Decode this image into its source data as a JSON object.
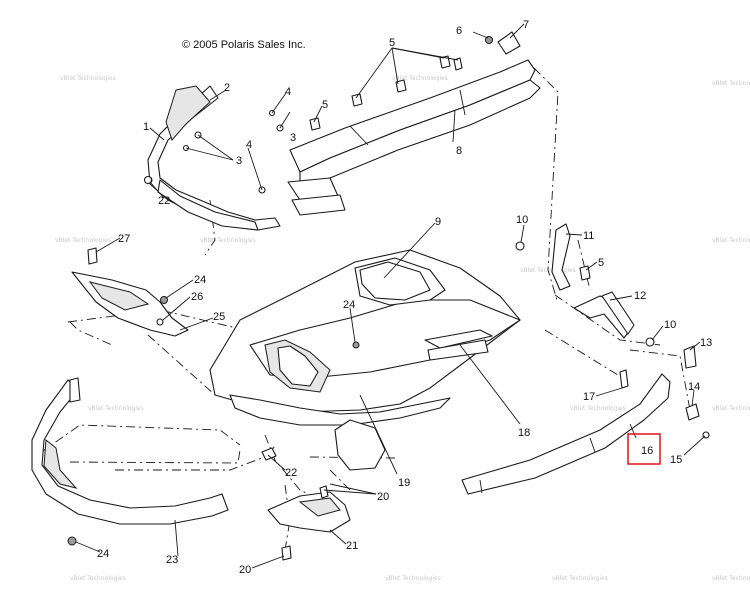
{
  "copyright": "© 2005 Polaris Sales Inc.",
  "watermark": "vBlet Technologies",
  "highlight_color": "#e0121a",
  "callouts": {
    "c1": "1",
    "c2": "2",
    "c3a": "3",
    "c3b": "3",
    "c4a": "4",
    "c4b": "4",
    "c5a": "5",
    "c5b": "5",
    "c5c": "5",
    "c6": "6",
    "c7": "7",
    "c8": "8",
    "c9": "9",
    "c10a": "10",
    "c10b": "10",
    "c11": "11",
    "c12": "12",
    "c13": "13",
    "c14": "14",
    "c15": "15",
    "c16": "16",
    "c17": "17",
    "c18": "18",
    "c19": "19",
    "c20a": "20",
    "c20b": "20",
    "c21": "21",
    "c22a": "22",
    "c22b": "22",
    "c23": "23",
    "c24a": "24",
    "c24b": "24",
    "c24c": "24",
    "c25": "25",
    "c26": "26",
    "c27": "27"
  }
}
